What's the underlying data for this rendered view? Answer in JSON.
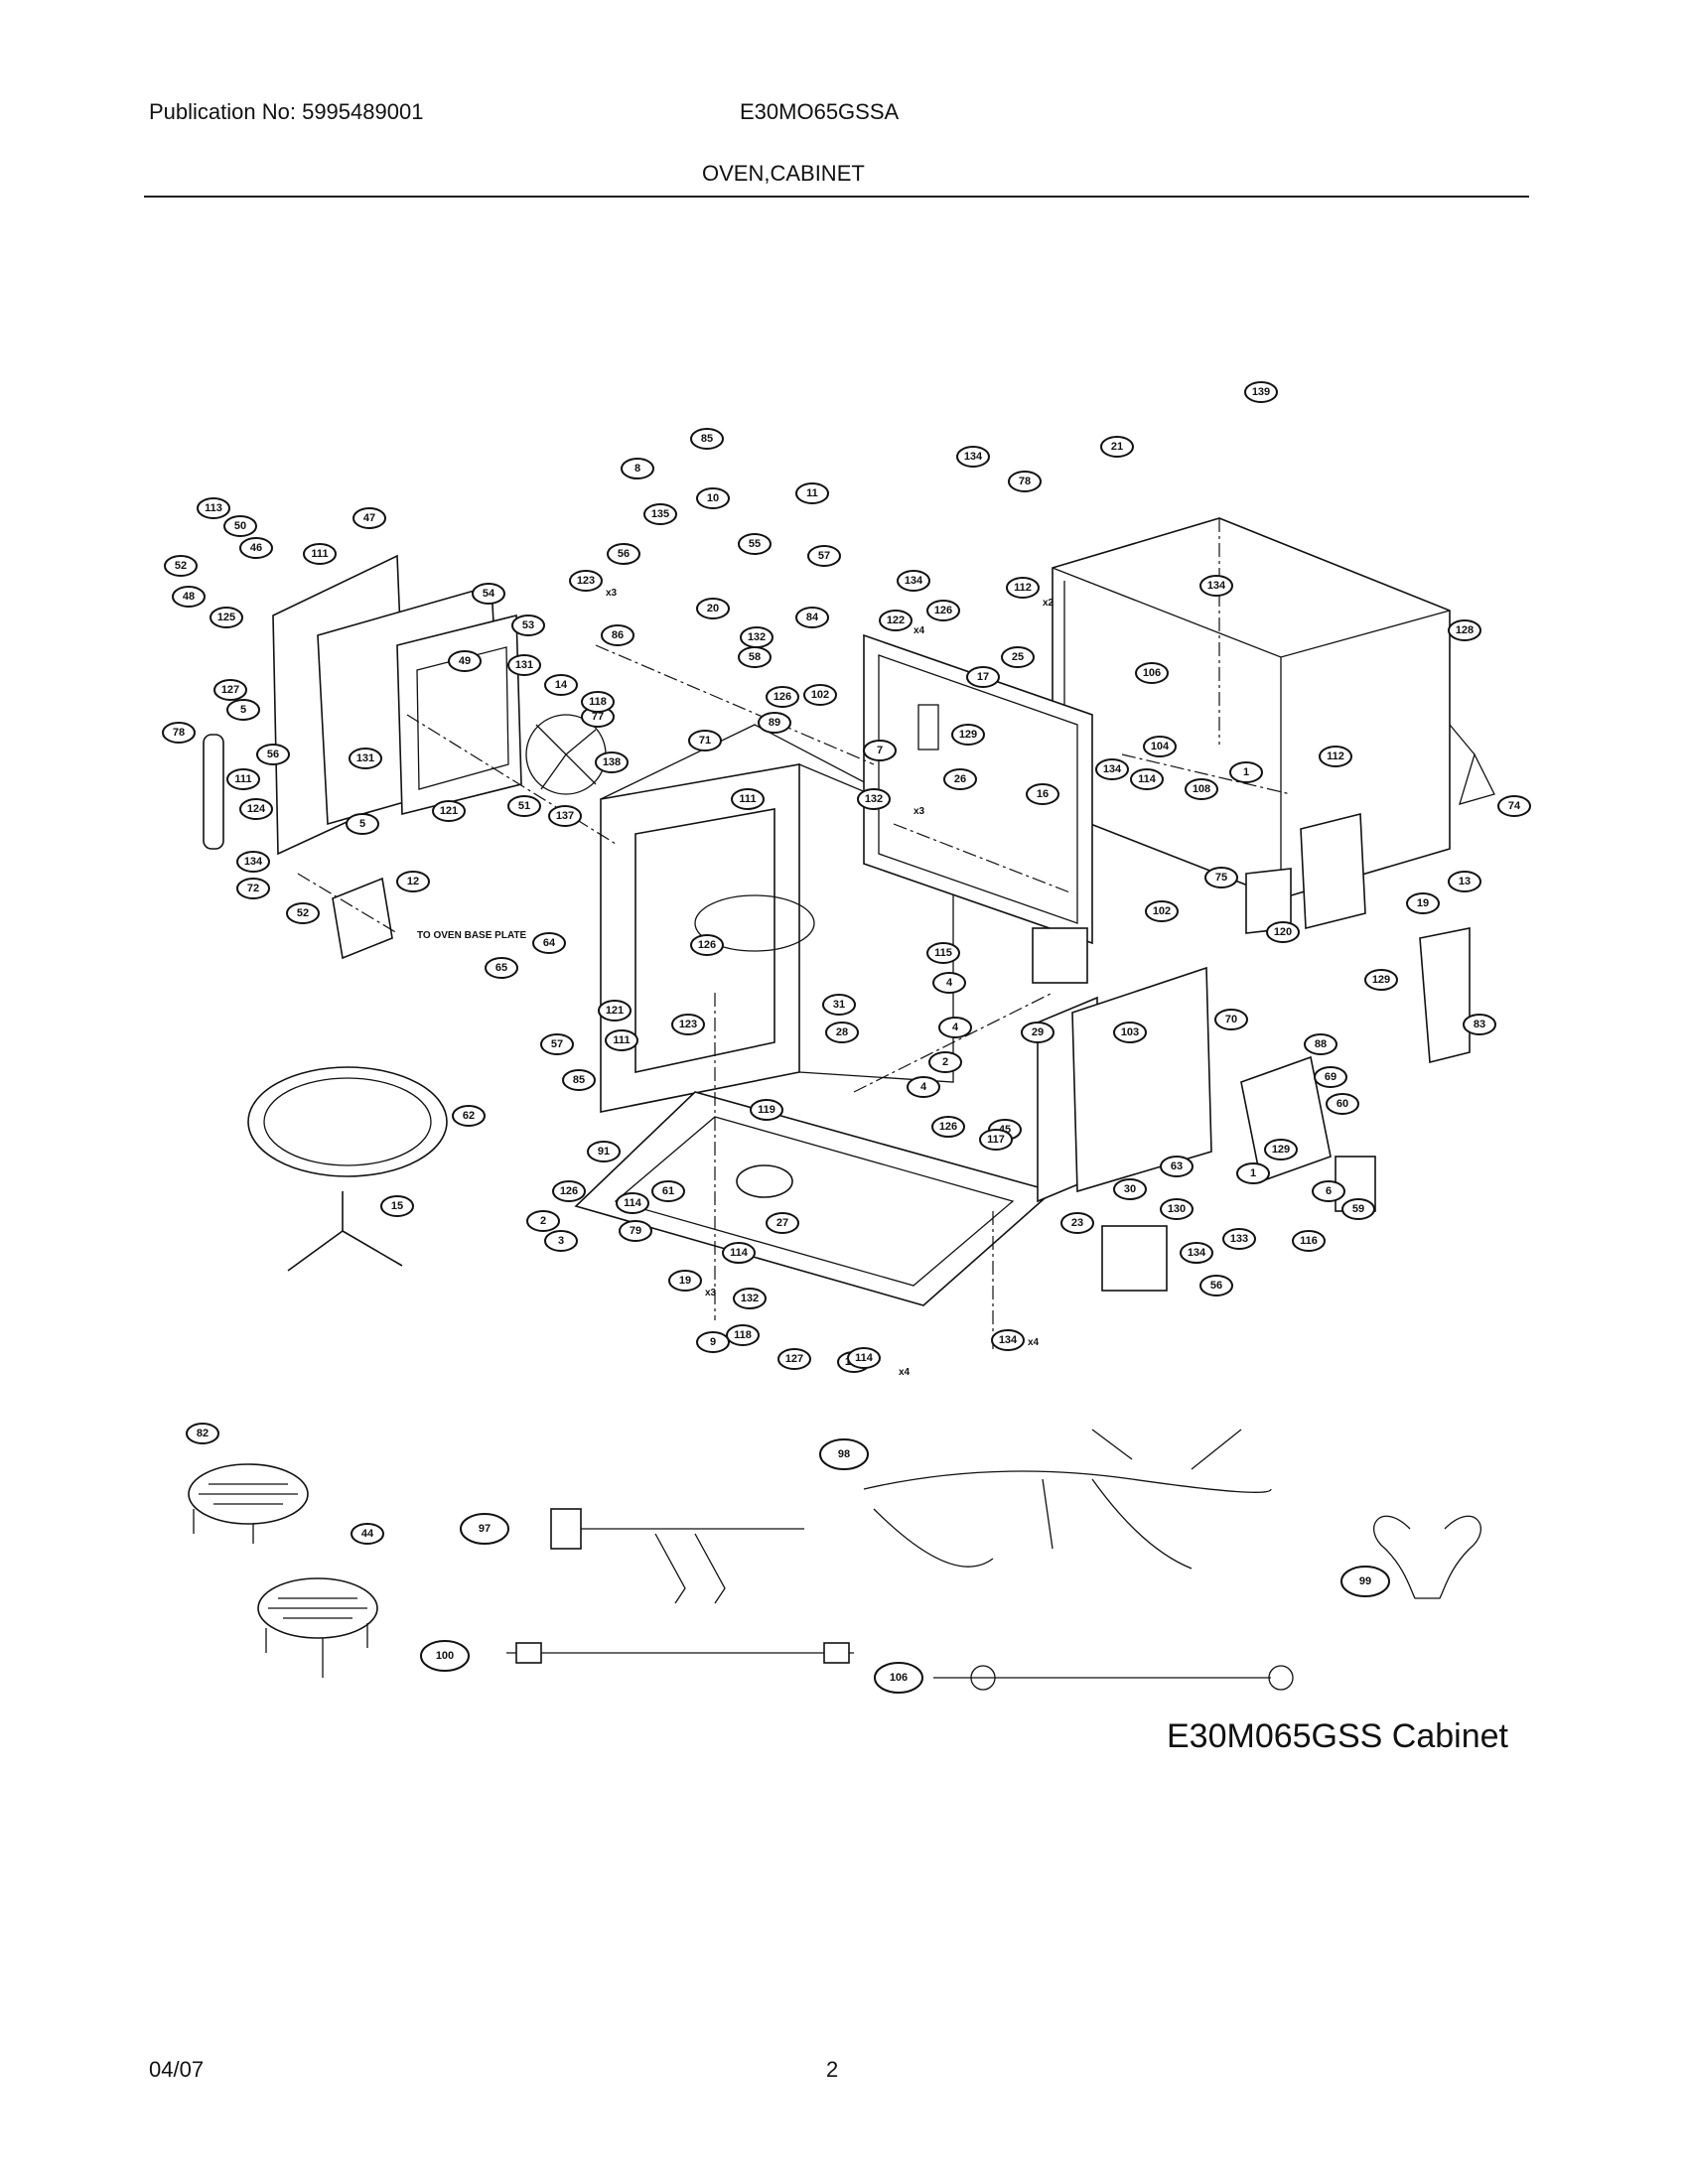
{
  "header": {
    "publication": "Publication No: 5995489001",
    "model": "E30MO65GSSA",
    "section": "OVEN,CABINET"
  },
  "diagram": {
    "caption": "E30M065GSS Cabinet",
    "notes": {
      "to_oven_base_plate": "TO OVEN BASE PLATE",
      "x2": "x2",
      "x3": "x3",
      "x4": "x4"
    },
    "callouts": [
      "139",
      "21",
      "134",
      "78",
      "85",
      "8",
      "10",
      "11",
      "135",
      "55",
      "57",
      "56",
      "20",
      "58",
      "132",
      "134",
      "123",
      "122",
      "84",
      "126",
      "112",
      "134",
      "128",
      "113",
      "50",
      "46",
      "52",
      "47",
      "111",
      "48",
      "54",
      "53",
      "125",
      "127",
      "5",
      "131",
      "49",
      "14",
      "77",
      "118",
      "86",
      "71",
      "89",
      "126",
      "102",
      "17",
      "25",
      "106",
      "104",
      "78",
      "56",
      "121",
      "131",
      "5",
      "51",
      "137",
      "138",
      "129",
      "26",
      "16",
      "7",
      "132",
      "134",
      "114",
      "108",
      "1",
      "112",
      "74",
      "111",
      "124",
      "134",
      "72",
      "52",
      "12",
      "64",
      "65",
      "111",
      "126",
      "19",
      "75",
      "102",
      "120",
      "13",
      "129",
      "83",
      "57",
      "121",
      "123",
      "111",
      "85",
      "31",
      "28",
      "115",
      "4",
      "4",
      "2",
      "4",
      "29",
      "103",
      "70",
      "88",
      "69",
      "60",
      "62",
      "119",
      "126",
      "45",
      "117",
      "63",
      "129",
      "1",
      "6",
      "59",
      "91",
      "126",
      "61",
      "2",
      "114",
      "27",
      "3",
      "79",
      "114",
      "19",
      "132",
      "118",
      "30",
      "130",
      "133",
      "116",
      "9",
      "127",
      "134",
      "114",
      "134",
      "23",
      "134",
      "56",
      "15",
      "82",
      "44",
      "97",
      "98",
      "99",
      "100",
      "106",
      "101",
      "102"
    ]
  },
  "footer": {
    "date": "04/07",
    "page": "2"
  }
}
